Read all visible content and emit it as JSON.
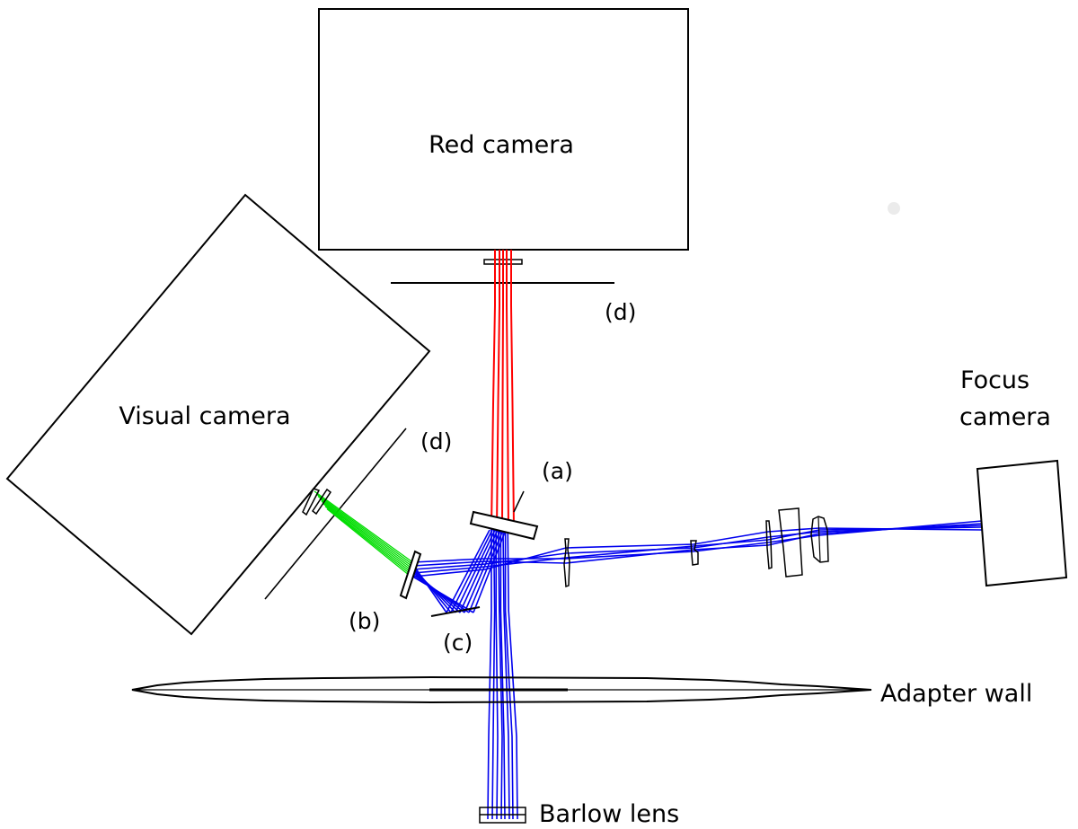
{
  "diagram": {
    "components": {
      "red_camera": "Red camera",
      "visual_camera": "Visual camera",
      "focus_camera_line1": "Focus",
      "focus_camera_line2": "camera",
      "adapter_wall": "Adapter wall",
      "barlow_lens": "Barlow lens"
    },
    "markers": {
      "a": "(a)",
      "b": "(b)",
      "c": "(c)",
      "d_red": "(d)",
      "d_visual": "(d)"
    },
    "colors": {
      "red_beam": "#ff0000",
      "green_beam": "#00dd00",
      "blue_beam": "#0000ee",
      "outline": "#000000",
      "background": "#ffffff"
    }
  }
}
